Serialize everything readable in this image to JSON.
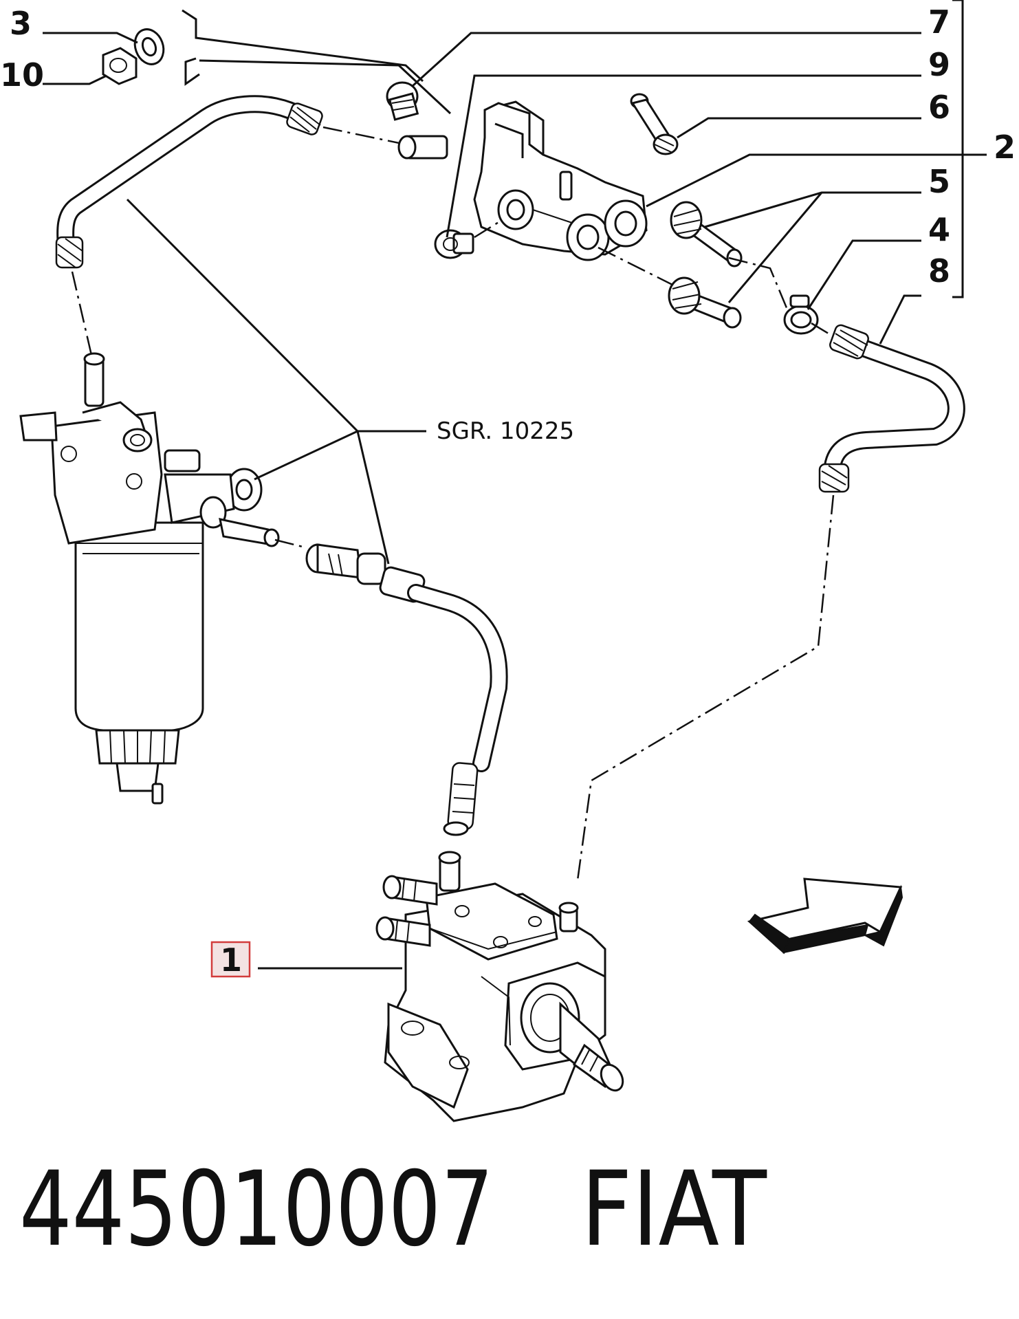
{
  "callouts": {
    "c3": "3",
    "c10": "10",
    "c7": "7",
    "c9": "9",
    "c6": "6",
    "c2": "2",
    "c5": "5",
    "c4": "4",
    "c8": "8",
    "c1": "1"
  },
  "reference": "SGR. 10225",
  "footer": {
    "part_number": "445010007",
    "brand": "FIAT"
  },
  "colors": {
    "line": "#111111",
    "highlight_border": "#d23c3c",
    "highlight_fill": "#f3e2e2"
  }
}
